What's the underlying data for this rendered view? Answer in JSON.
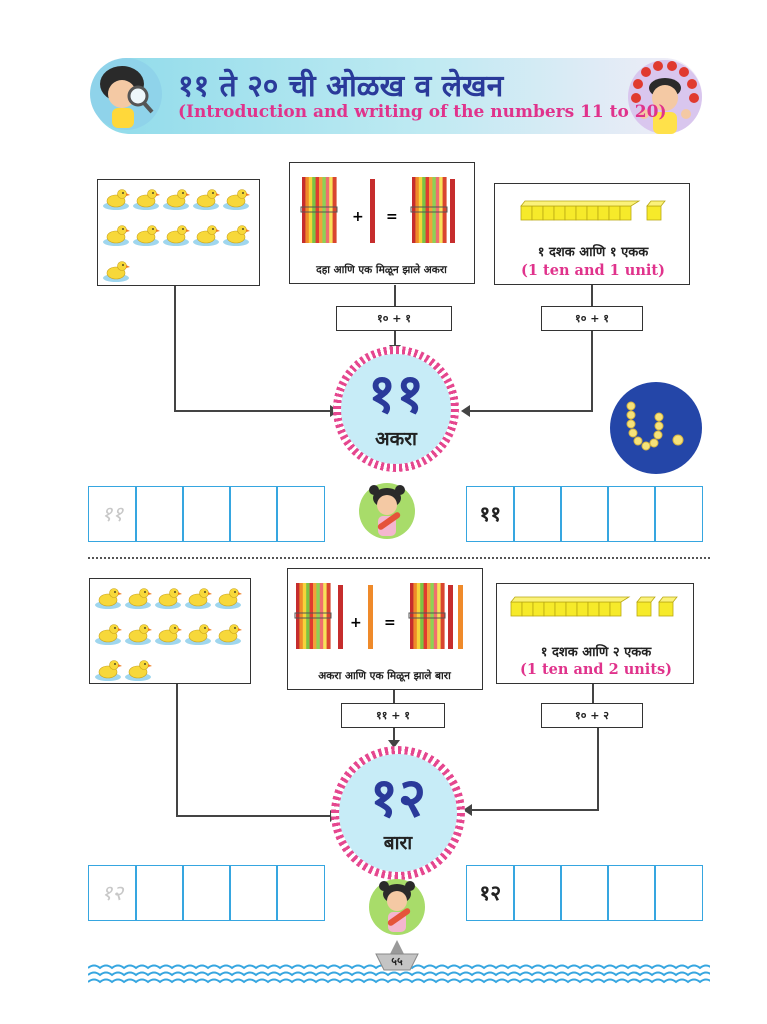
{
  "header": {
    "title_mr": "११ ते २० ची ओळख व लेखन",
    "title_en": "(Introduction and writing of the numbers 11 to 20)"
  },
  "sections": [
    {
      "ducks": 11,
      "sticks_caption": "दहा आणि एक मिळून झाले अकरा",
      "blocks_phrase_mr": "१ दशक आणि १ एकक",
      "blocks_phrase_en": "(1 ten and 1 unit)",
      "sum_left": "१० + १",
      "sum_right": "१० + १",
      "number": "११",
      "word": "अकरा",
      "trace_digit": "११",
      "write_digit": "११"
    },
    {
      "ducks": 12,
      "sticks_caption": "अकरा आणि एक मिळून झाले बारा",
      "blocks_phrase_mr": "१ दशक आणि २ एकक",
      "blocks_phrase_en": "(1 ten and 2 units)",
      "sum_left": "११ + १",
      "sum_right": "१० + २",
      "number": "१२",
      "word": "बारा",
      "trace_digit": "१२",
      "write_digit": "१२"
    }
  ],
  "page_number": "५५",
  "colors": {
    "title": "#2a3a9a",
    "english": "#e0338c",
    "grid": "#36a6e0",
    "circle": "#c7ecf7"
  }
}
